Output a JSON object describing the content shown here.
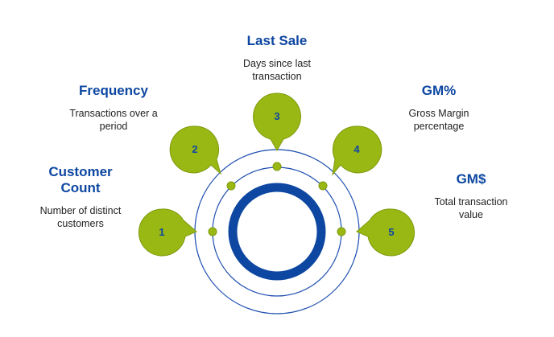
{
  "colors": {
    "accent_blue": "#0d47a1",
    "ring_blue": "#1f4fb0",
    "bubble_green": "#9ab814",
    "bubble_stroke": "#7e9a0d",
    "text_dark": "#222222"
  },
  "metrics": [
    {
      "number": "1",
      "title": "Customer Count",
      "description": "Number of distinct customers"
    },
    {
      "number": "2",
      "title": "Frequency",
      "description": "Transactions over a period"
    },
    {
      "number": "3",
      "title": "Last Sale",
      "description": "Days since last transaction"
    },
    {
      "number": "4",
      "title": "GM%",
      "description": "Gross Margin percentage"
    },
    {
      "number": "5",
      "title": "GM$",
      "description": "Total transaction value"
    }
  ]
}
